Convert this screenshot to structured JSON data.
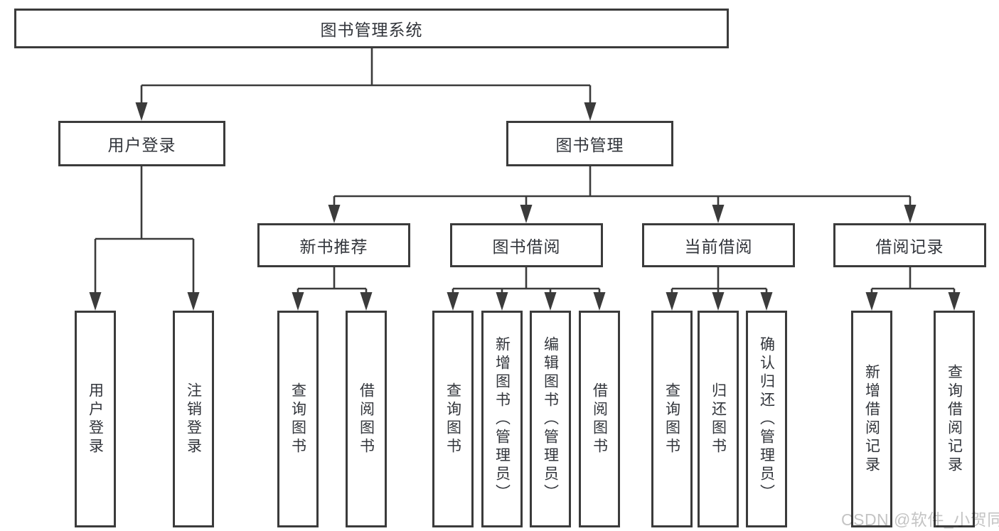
{
  "diagram": {
    "type": "tree",
    "title": "图书管理系统",
    "colors": {
      "background": "#ffffff",
      "line": "#3b3b3b",
      "text": "#32353b",
      "watermark": "#c4c4c4"
    },
    "root": {
      "label": "图书管理系统"
    },
    "level2": [
      {
        "label": "用户登录",
        "parent": "图书管理系统"
      },
      {
        "label": "图书管理",
        "parent": "图书管理系统"
      }
    ],
    "level3": [
      {
        "label": "新书推荐",
        "parent": "图书管理"
      },
      {
        "label": "图书借阅",
        "parent": "图书管理"
      },
      {
        "label": "当前借阅",
        "parent": "图书管理"
      },
      {
        "label": "借阅记录",
        "parent": "图书管理"
      }
    ],
    "leaves": [
      {
        "label": "用户登录",
        "parent": "用户登录"
      },
      {
        "label": "注销登录",
        "parent": "用户登录"
      },
      {
        "label": "查询图书",
        "parent": "新书推荐"
      },
      {
        "label": "借阅图书",
        "parent": "新书推荐"
      },
      {
        "label": "查询图书",
        "parent": "图书借阅"
      },
      {
        "label": "新增图书（管理员）",
        "parent": "图书借阅"
      },
      {
        "label": "编辑图书（管理员）",
        "parent": "图书借阅"
      },
      {
        "label": "借阅图书",
        "parent": "图书借阅"
      },
      {
        "label": "查询图书",
        "parent": "当前借阅"
      },
      {
        "label": "归还图书",
        "parent": "当前借阅"
      },
      {
        "label": "确认归还（管理员）",
        "parent": "当前借阅"
      },
      {
        "label": "新增借阅记录",
        "parent": "借阅记录"
      },
      {
        "label": "查询借阅记录",
        "parent": "借阅记录"
      }
    ],
    "watermark": {
      "text": "CSDN @软件_小贺同学"
    }
  }
}
